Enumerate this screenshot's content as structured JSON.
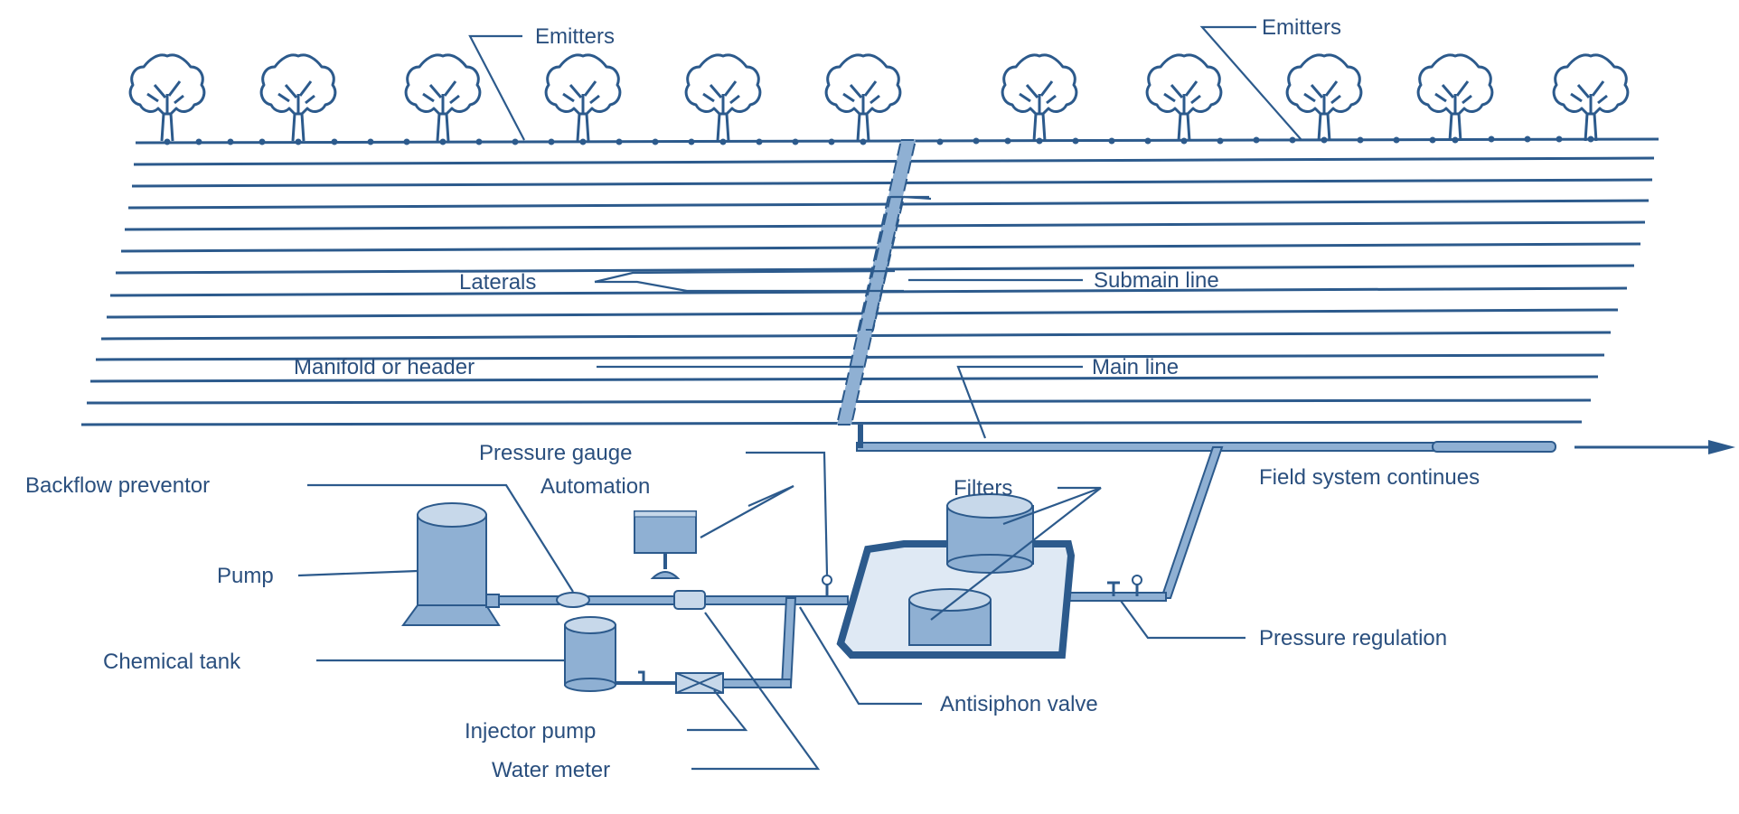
{
  "labels": {
    "emitters_left": "Emitters",
    "emitters_right": "Emitters",
    "laterals": "Laterals",
    "submain_line": "Submain line",
    "manifold": "Manifold or header",
    "main_line": "Main line",
    "pressure_gauge": "Pressure gauge",
    "automation": "Automation",
    "filters": "Filters",
    "backflow_preventor": "Backflow preventor",
    "field_system_continues": "Field system continues",
    "pump": "Pump",
    "pressure_regulation": "Pressure regulation",
    "chemical_tank": "Chemical tank",
    "antisiphon_valve": "Antisiphon valve",
    "injector_pump": "Injector pump",
    "water_meter": "Water meter"
  },
  "colors": {
    "line": "#2c5a8c",
    "fill": "#8fb0d3",
    "text": "#2a4f7e"
  }
}
